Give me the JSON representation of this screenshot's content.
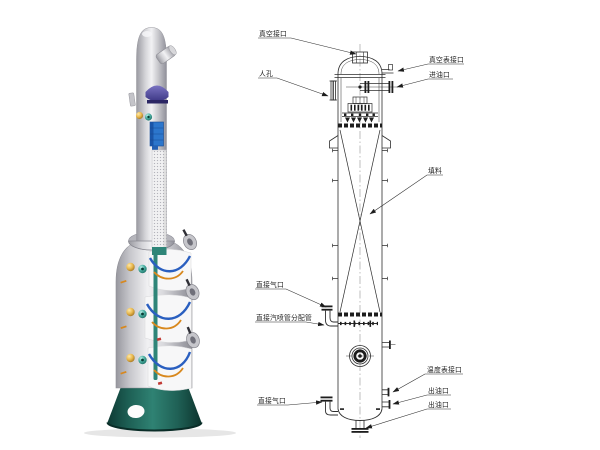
{
  "figure": {
    "description_note": "",
    "drawing": {
      "labels": [
        {
          "text": "真空接口"
        },
        {
          "text": "人孔"
        },
        {
          "text": "真空表接口"
        },
        {
          "text": "进油口"
        },
        {
          "text": "填料"
        },
        {
          "text": "直接气口"
        },
        {
          "text": "直接汽喷管分配管"
        },
        {
          "text": "直接气口"
        },
        {
          "text": "温度表接口"
        },
        {
          "text": "出油口"
        },
        {
          "text": "出油口"
        }
      ]
    },
    "colors": {
      "line": "#2e2e2e",
      "centerline": "#8a8a8a",
      "metal_light": "#f1f1f3",
      "metal_mid": "#c6c6cb",
      "metal_dark": "#8d8d94",
      "skirt_teal": "#2f8273",
      "skirt_dark": "#10403a",
      "coil_blue": "#2a5fc0",
      "pipe_orange": "#d8881e",
      "distributor_blue": "#2c76cc",
      "interior_purple": "#5b54a4",
      "fitting_gold": "#e8b84e",
      "fitting_teal": "#2e8578",
      "accent_red": "#c23a34"
    }
  }
}
